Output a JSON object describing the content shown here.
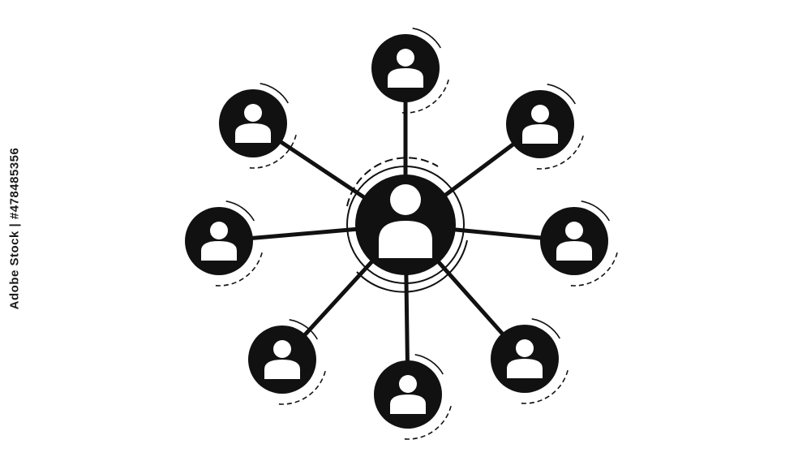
{
  "diagram": {
    "type": "network-hub",
    "hub": {
      "icon": "user-icon"
    },
    "spokes": [
      {
        "id": "top",
        "icon": "user-icon"
      },
      {
        "id": "top-right",
        "icon": "user-icon"
      },
      {
        "id": "right",
        "icon": "user-icon"
      },
      {
        "id": "bottom-right",
        "icon": "user-icon"
      },
      {
        "id": "bottom",
        "icon": "user-icon"
      },
      {
        "id": "bottom-left",
        "icon": "user-icon"
      },
      {
        "id": "left",
        "icon": "user-icon"
      },
      {
        "id": "top-left",
        "icon": "user-icon"
      }
    ],
    "colors": {
      "node_fill": "#111111",
      "icon_fill": "#ffffff",
      "line": "#111111",
      "background": "#ffffff"
    }
  },
  "watermark": {
    "text": "Adobe Stock | #478485356"
  }
}
